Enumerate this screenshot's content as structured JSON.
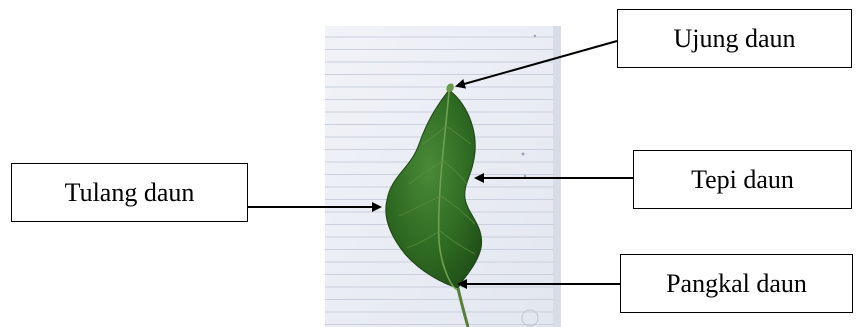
{
  "labels": {
    "tip": "Ujung daun",
    "margin": "Tepi daun",
    "vein": "Tulang daun",
    "base": "Pangkal daun"
  },
  "colors": {
    "leaf": "#2f6a22",
    "leaf_light": "#4e8b3a",
    "paper": "#eef0f6",
    "paper_line": "#c9cfdc",
    "arrow": "#000000"
  }
}
